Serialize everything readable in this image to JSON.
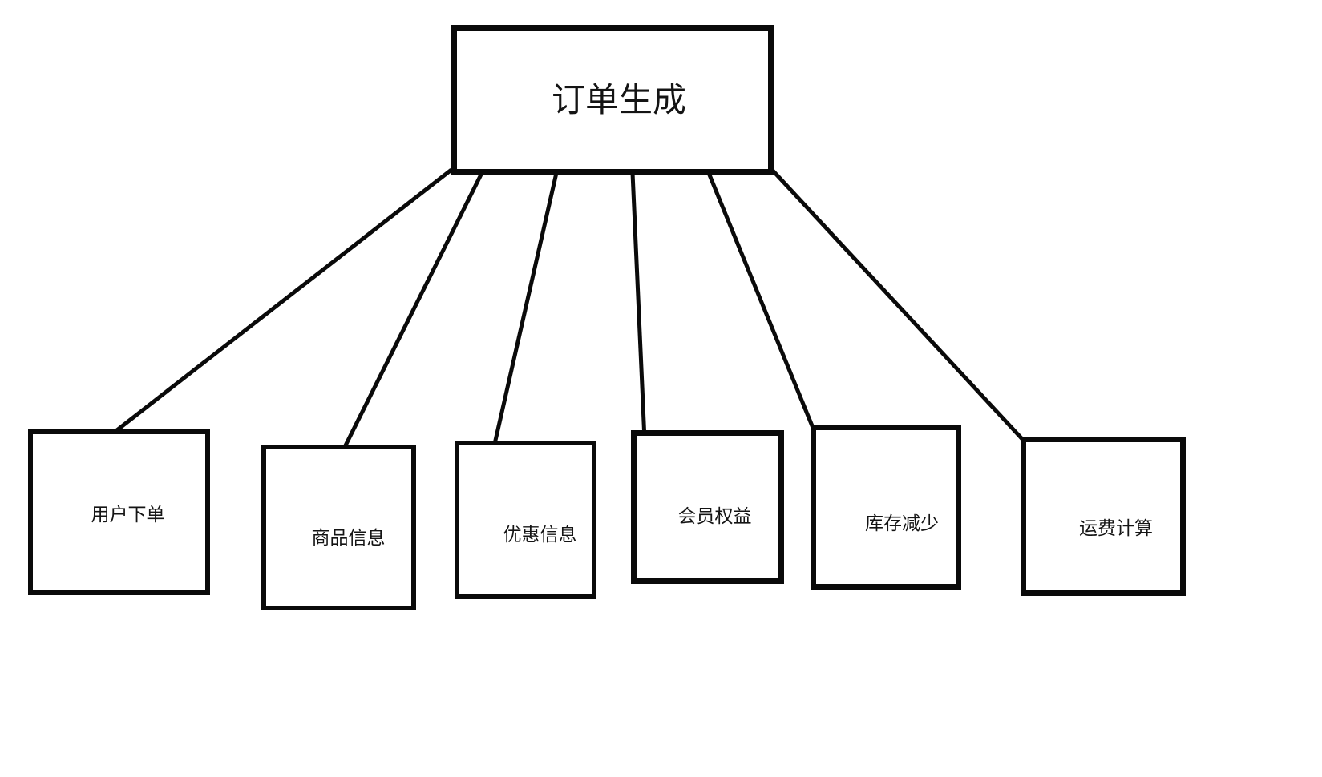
{
  "diagram": {
    "root": {
      "label": "订单生成"
    },
    "children": [
      {
        "label": "用户下单"
      },
      {
        "label": "商品信息"
      },
      {
        "label": "优惠信息"
      },
      {
        "label": "会员权益"
      },
      {
        "label": "库存减少"
      },
      {
        "label": "运费计算"
      }
    ],
    "colors": {
      "stroke": "#0a0a0a",
      "background": "#ffffff",
      "text": "#141414"
    }
  }
}
